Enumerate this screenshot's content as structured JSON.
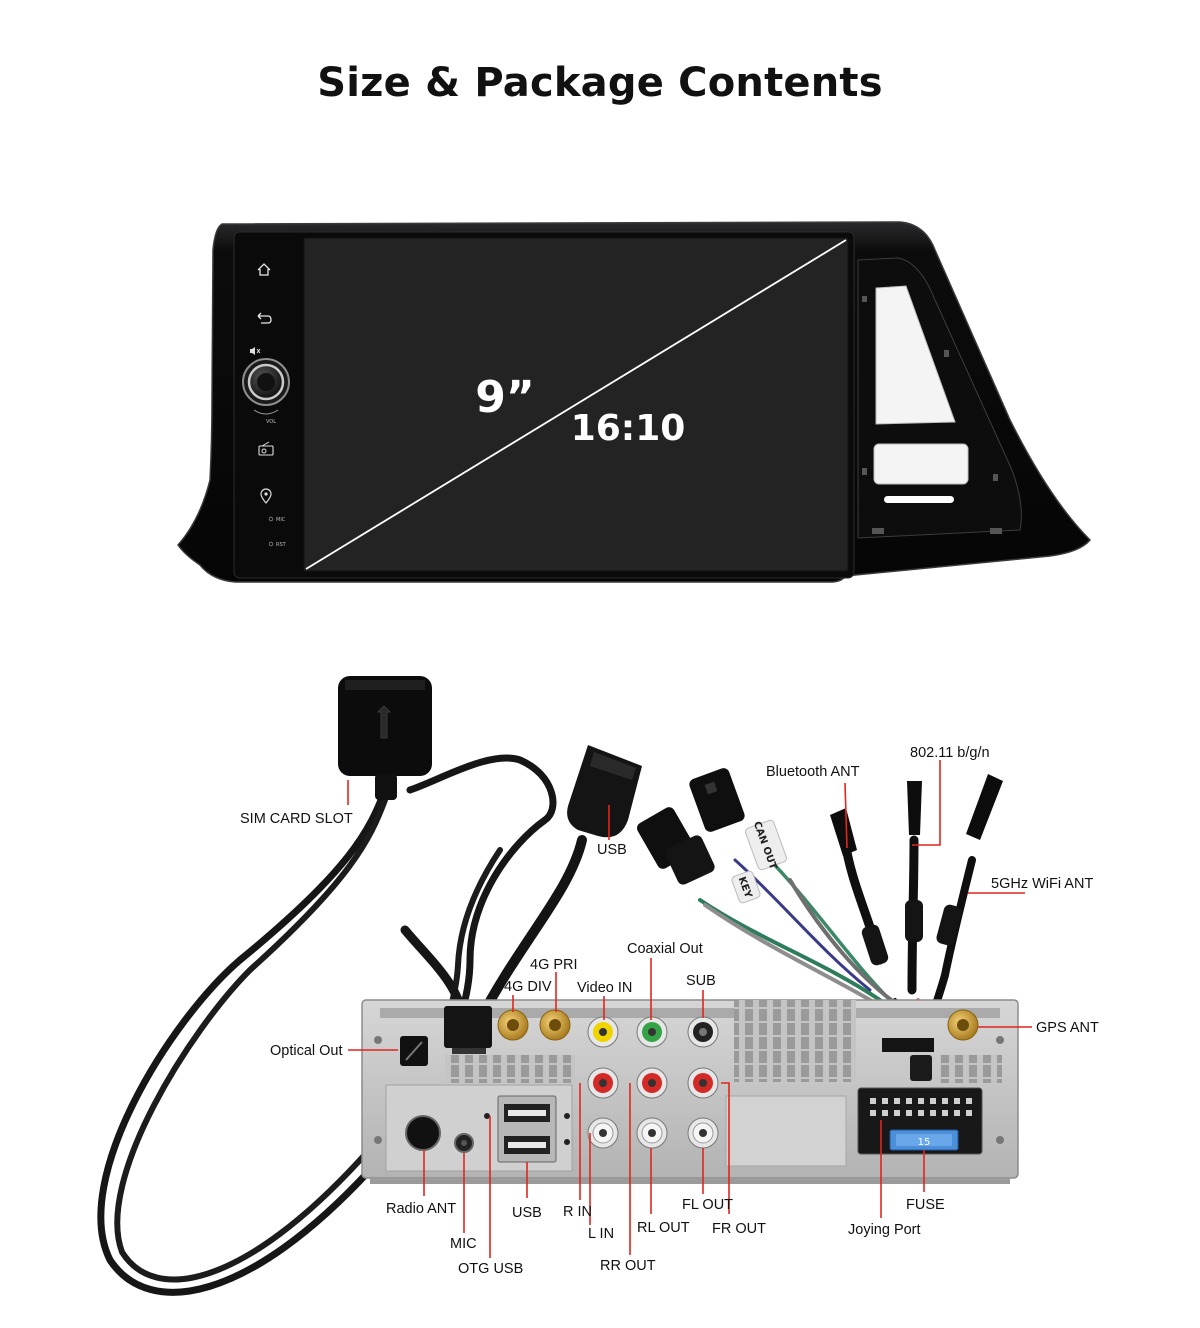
{
  "title": "Size & Package Contents",
  "screen": {
    "size": "9”",
    "ratio": "16:10"
  },
  "side_buttons": [
    {
      "icon": "home-icon"
    },
    {
      "icon": "back-icon"
    },
    {
      "icon": "mute-icon"
    },
    {
      "icon": "volume-knob-icon",
      "label": "VOL"
    },
    {
      "icon": "radio-icon"
    },
    {
      "icon": "location-icon"
    },
    {
      "label": "MIC"
    },
    {
      "label": "RST"
    }
  ],
  "callouts": {
    "sim_card_slot": "SIM CARD SLOT",
    "usb_top": "USB",
    "bluetooth_ant": "Bluetooth ANT",
    "wifi_80211": "802.11 b/g/n",
    "wifi_5ghz": "5GHz WiFi ANT",
    "coaxial_out": "Coaxial Out",
    "g4_pri": "4G PRI",
    "g4_div": "4G DIV",
    "video_in": "Video IN",
    "sub": "SUB",
    "gps_ant": "GPS ANT",
    "optical_out": "Optical Out",
    "radio_ant": "Radio ANT",
    "mic": "MIC",
    "otg_usb": "OTG USB",
    "usb_bottom": "USB",
    "r_in": "R IN",
    "l_in": "L IN",
    "rr_out": "RR OUT",
    "rl_out": "RL OUT",
    "fl_out": "FL OUT",
    "fr_out": "FR OUT",
    "joying_port": "Joying Port",
    "fuse": "FUSE"
  },
  "cable_tags": {
    "can_out": "CAN OUT",
    "key": "KEY"
  },
  "fuse_value": "15",
  "colors": {
    "leader": "#e1261c",
    "bezel": "#0b0b0c",
    "screen": "#222222",
    "chassis": "#c9c9c9",
    "gold": "#c99a2e",
    "rca_red": "#d42a26",
    "rca_yellow": "#f0d400",
    "rca_green": "#35a447",
    "fuse_blue": "#4a8fd8"
  }
}
